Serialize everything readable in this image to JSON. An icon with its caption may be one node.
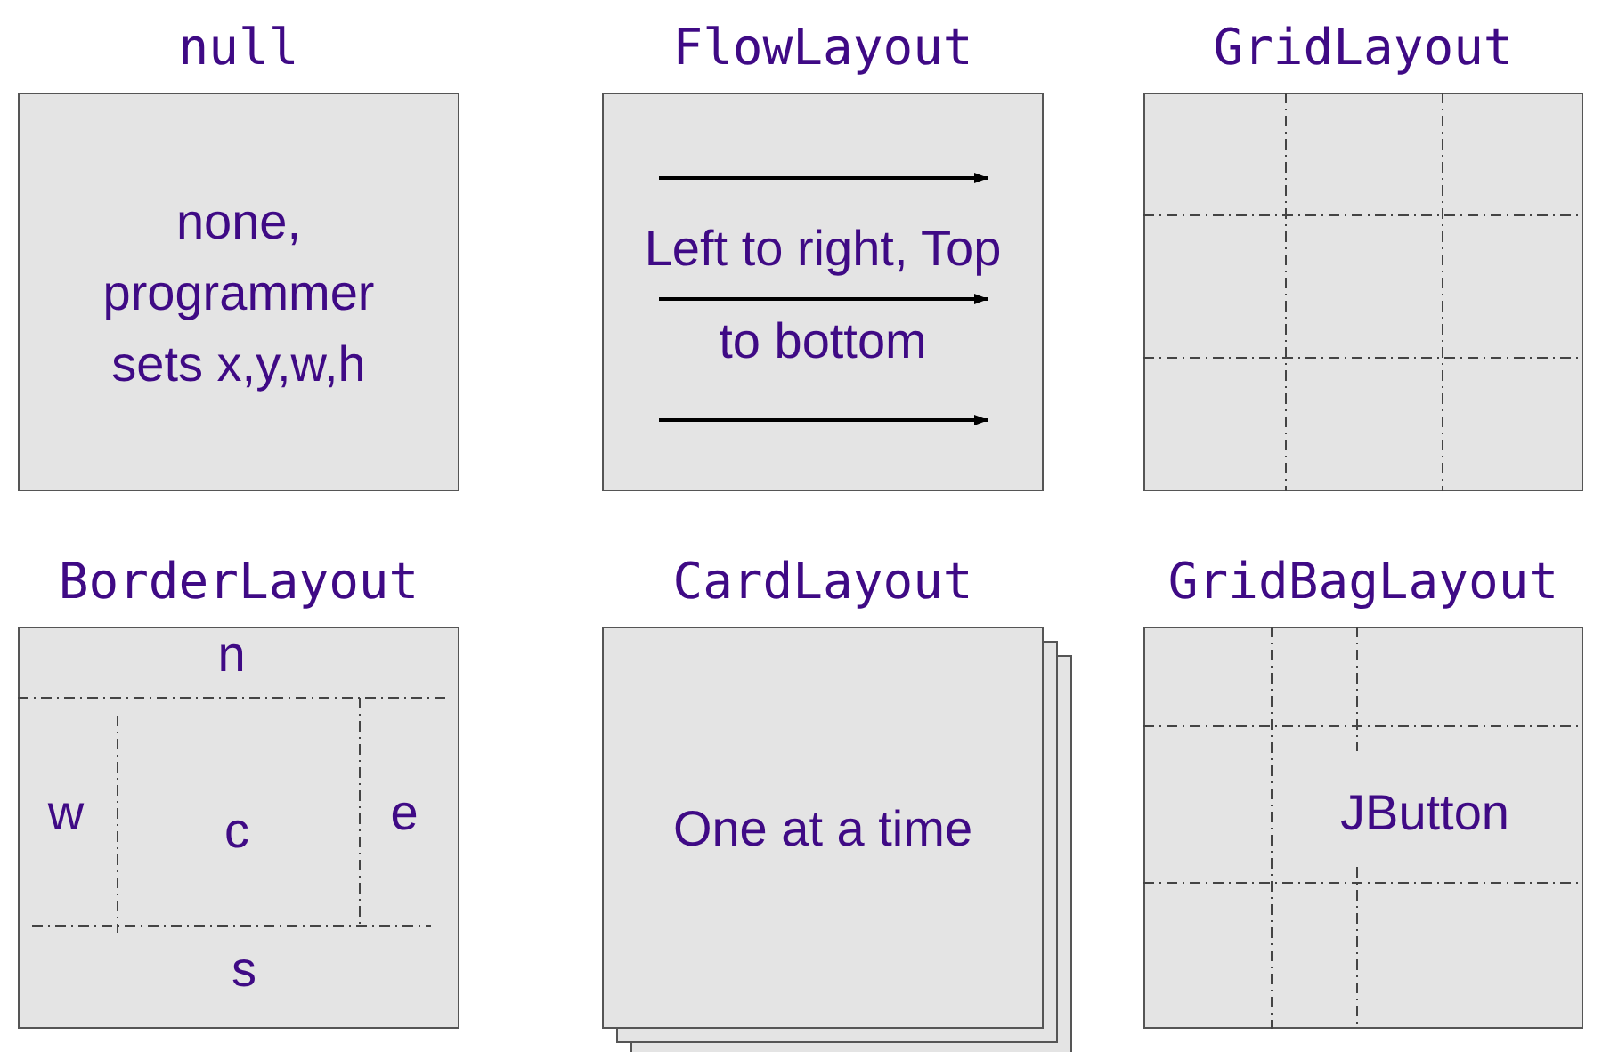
{
  "diagram": {
    "nodes": [
      {
        "text": [
          "null",
          "none, programmer sets x,y,w,h"
        ]
      },
      {
        "text": [
          "FlowLayout",
          "Left to right, Top to bottom"
        ]
      },
      {
        "text": [
          "GridLayout"
        ]
      },
      {
        "text": [
          "BorderLayout",
          "n",
          "w",
          "c",
          "e",
          "s"
        ]
      },
      {
        "text": [
          "CardLayout",
          "One at a time"
        ]
      },
      {
        "text": [
          "GridBagLayout",
          "JButton"
        ]
      }
    ]
  }
}
